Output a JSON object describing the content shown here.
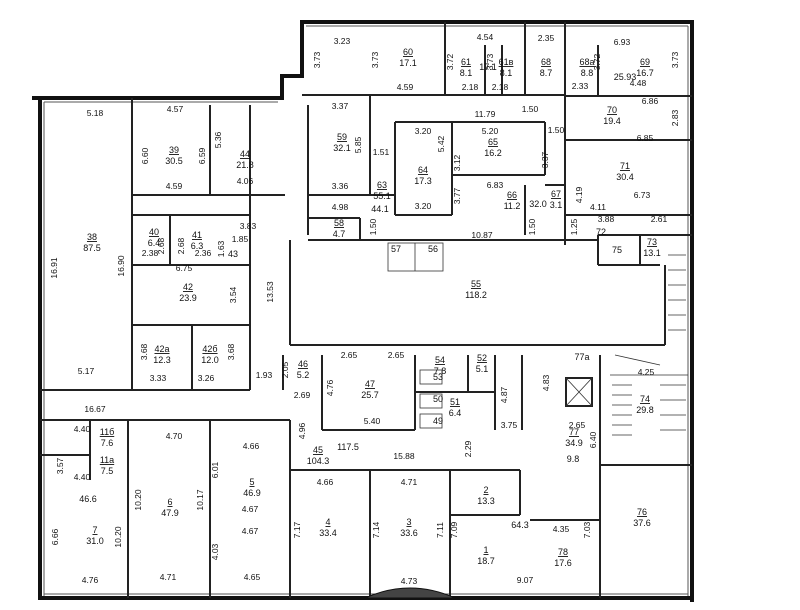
{
  "rooms": [
    {
      "id": "60",
      "area": "17.1"
    },
    {
      "id": "61",
      "area": "8.1"
    },
    {
      "id": "",
      "area": "17.1"
    },
    {
      "id": "61в",
      "area": "8.1"
    },
    {
      "id": "68",
      "area": "8.7"
    },
    {
      "id": "68а",
      "area": "8.8"
    },
    {
      "id": "69",
      "area": "16.7"
    },
    {
      "id": "",
      "area": "25.93"
    },
    {
      "id": "70",
      "area": "19.4"
    },
    {
      "id": "71",
      "area": "30.4"
    },
    {
      "id": "59",
      "area": "32.1"
    },
    {
      "id": "64",
      "area": "17.3"
    },
    {
      "id": "65",
      "area": "16.2"
    },
    {
      "id": "63",
      "area": "55.1"
    },
    {
      "id": "",
      "area": "44.1"
    },
    {
      "id": "66",
      "area": "11.2"
    },
    {
      "id": "",
      "area": "32.0"
    },
    {
      "id": "67",
      "area": "3.1"
    },
    {
      "id": "58",
      "area": "4.7"
    },
    {
      "id": "72",
      "area": ""
    },
    {
      "id": "75",
      "area": ""
    },
    {
      "id": "73",
      "area": "13.1"
    },
    {
      "id": "57",
      "area": ""
    },
    {
      "id": "56",
      "area": ""
    },
    {
      "id": "39",
      "area": "30.5"
    },
    {
      "id": "44",
      "area": "21.8"
    },
    {
      "id": "40",
      "area": "6.4"
    },
    {
      "id": "41",
      "area": "6.3"
    },
    {
      "id": "43",
      "area": ""
    },
    {
      "id": "38",
      "area": "87.5"
    },
    {
      "id": "42",
      "area": "23.9"
    },
    {
      "id": "42а",
      "area": "12.3"
    },
    {
      "id": "42б",
      "area": "12.0"
    },
    {
      "id": "55",
      "area": "118.2"
    },
    {
      "id": "46",
      "area": "5.2"
    },
    {
      "id": "47",
      "area": "25.7"
    },
    {
      "id": "54",
      "area": "7.8"
    },
    {
      "id": "52",
      "area": "5.1"
    },
    {
      "id": "53",
      "area": ""
    },
    {
      "id": "50",
      "area": ""
    },
    {
      "id": "51",
      "area": "6.4"
    },
    {
      "id": "49",
      "area": ""
    },
    {
      "id": "77а",
      "area": ""
    },
    {
      "id": "74",
      "area": "29.8"
    },
    {
      "id": "77",
      "area": "34.9"
    },
    {
      "id": "",
      "area": "9.8"
    },
    {
      "id": "45",
      "area": "104.3"
    },
    {
      "id": "",
      "area": "117.5"
    },
    {
      "id": "11б",
      "area": "7.6"
    },
    {
      "id": "11а",
      "area": "7.5"
    },
    {
      "id": "",
      "area": "46.6"
    },
    {
      "id": "7",
      "area": "31.0"
    },
    {
      "id": "6",
      "area": "47.9"
    },
    {
      "id": "5",
      "area": "46.9"
    },
    {
      "id": "4",
      "area": "33.4"
    },
    {
      "id": "3",
      "area": "33.6"
    },
    {
      "id": "2",
      "area": "13.3"
    },
    {
      "id": "1",
      "area": "18.7"
    },
    {
      "id": "",
      "area": "64.3"
    },
    {
      "id": "78",
      "area": "17.6"
    },
    {
      "id": "76",
      "area": "37.6"
    }
  ],
  "dims": [
    "3.23",
    "3.73",
    "3.73",
    "4.59",
    "3.72",
    "4.54",
    "3.73",
    "2.18",
    "2.18",
    "2.35",
    "6.93",
    "3.72",
    "3.73",
    "2.33",
    "4.48",
    "6.86",
    "2.83",
    "6.85",
    "3.37",
    "11.79",
    "1.50",
    "5.85",
    "3.20",
    "5.20",
    "5.42",
    "3.12",
    "1.51",
    "1.50",
    "3.37",
    "3.36",
    "3.77",
    "6.83",
    "4.19",
    "6.73",
    "3.20",
    "4.11",
    "2.61",
    "4.98",
    "3.88",
    "1.50",
    "10.87",
    "1.50",
    "1.25",
    "5.18",
    "4.57",
    "5.36",
    "6.60",
    "6.59",
    "4.59",
    "4.06",
    "3.83",
    "2.38",
    "2.68",
    "2.68",
    "2.36",
    "1.63",
    "1.85",
    "16.91",
    "16.90",
    "6.75",
    "13.53",
    "3.54",
    "3.68",
    "3.68",
    "3.33",
    "3.26",
    "5.17",
    "1.93",
    "2.05",
    "2.65",
    "2.65",
    "2.69",
    "4.76",
    "4.87",
    "4.83",
    "4.25",
    "16.67",
    "5.40",
    "3.75",
    "2.65",
    "6.40",
    "4.40",
    "4.70",
    "4.66",
    "4.96",
    "2.29",
    "3.57",
    "4.40",
    "15.88",
    "10.20",
    "10.17",
    "6.01",
    "4.67",
    "4.67",
    "4.66",
    "4.71",
    "6.66",
    "10.20",
    "7.17",
    "7.14",
    "7.09",
    "7.11",
    "7.03",
    "4.03",
    "4.35",
    "4.76",
    "4.71",
    "4.65",
    "4.73",
    "9.07"
  ]
}
